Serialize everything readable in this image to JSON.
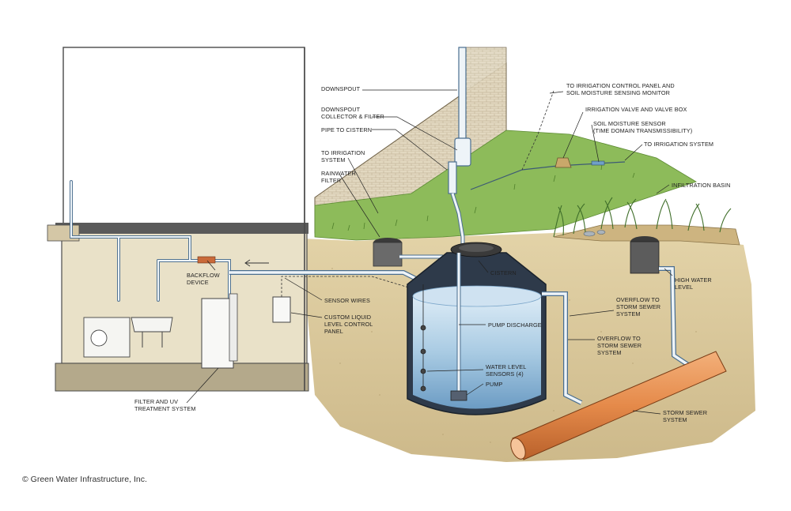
{
  "copyright": "© Green Water Infrastructure, Inc.",
  "labels": {
    "downspout": "DOWNSPOUT",
    "downspout_collector": "DOWNSPOUT\nCOLLECTOR & FILTER",
    "pipe_to_cistern": "PIPE TO CISTERN",
    "to_irrigation_system_left": "TO IRRIGATION\nSYSTEM",
    "rainwater_filter": "RAINWATER\nFILTER",
    "irrigation_control_panel": "TO IRRIGATION CONTROL PANEL AND\nSOIL MOISTURE SENSING MONITOR",
    "irrigation_valve": "IRRIGATION VALVE AND VALVE BOX",
    "soil_moisture_sensor": "SOIL MOISTURE SENSOR\n(TIME DOMAIN TRANSMISSIBILITY)",
    "to_irrigation_system_right": "TO IRRIGATION SYSTEM",
    "infiltration_basin": "INFILTRATION BASIN",
    "backflow_device": "BACKFLOW\nDEVICE",
    "cistern": "CISTERN",
    "high_water_level": "HIGH WATER\nLEVEL",
    "sensor_wires": "SENSOR WIRES",
    "overflow_upper": "OVERFLOW TO\nSTORM SEWER\nSYSTEM",
    "custom_liquid_panel": "CUSTOM LIQUID\nLEVEL CONTROL\nPANEL",
    "pump_discharge": "PUMP DISCHARGE",
    "overflow_lower": "OVERFLOW TO\nSTORM SEWER\nSYSTEM",
    "water_level_sensors": "WATER LEVEL\nSENSORS (4)",
    "pump": "PUMP",
    "filter_uv": "FILTER AND UV\nTREATMENT SYSTEM",
    "storm_sewer": "STORM SEWER\nSYSTEM"
  },
  "colors": {
    "soil": "#d9c79a",
    "grass": "#7fae4e",
    "brick": "#d8cdb4",
    "interior_wall": "#e9e1c8",
    "floor": "#b4a98b",
    "pipe": "#eef4f8",
    "water": "#a9cbe3",
    "water_dark": "#5d8fb8",
    "sewer_pipe": "#e58a4a",
    "tank_wall": "#2e3a4a"
  }
}
